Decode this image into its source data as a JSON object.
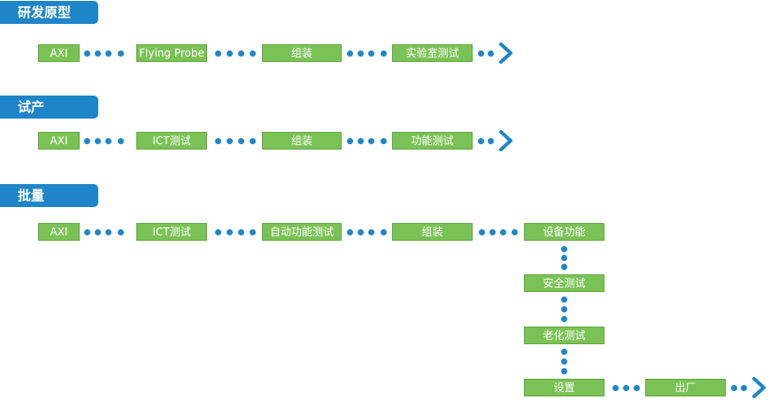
{
  "colors": {
    "header": "#1e86c8",
    "box": "#7bc256",
    "dot": "#1e86c8"
  },
  "sections": [
    {
      "title": "研发原型",
      "steps": [
        "AXI",
        "Flying Probe",
        "组装",
        "实验室测试"
      ]
    },
    {
      "title": "试产",
      "steps": [
        "AXI",
        "ICT测试",
        "组装",
        "功能测试"
      ]
    },
    {
      "title": "批量",
      "steps": [
        "AXI",
        "ICT测试",
        "自动功能测试",
        "组装",
        "设备功能",
        "安全测试",
        "老化测试",
        "设置",
        "出厂"
      ]
    }
  ]
}
